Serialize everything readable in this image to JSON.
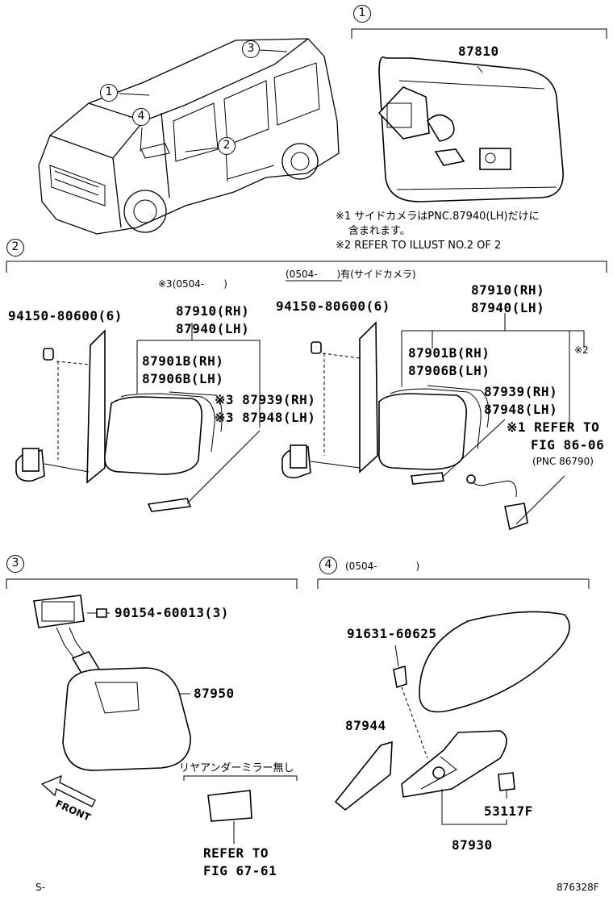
{
  "sections": {
    "s1": "1",
    "s2": "2",
    "s3": "3",
    "s4": "4"
  },
  "vehicle_callouts": {
    "c1": "1",
    "c2": "2",
    "c3": "3",
    "c4": "4"
  },
  "section1": {
    "part": "87810",
    "note1_line1": "※1 サイドカメラはPNC.87940(LH)だけに",
    "note1_line2": "含まれます。",
    "note2": "※2 REFER TO ILLUST NO.2 OF 2"
  },
  "section2": {
    "left_header": "※3(0504-　　)",
    "right_header": "(0504-　　)有(サイドカメラ)",
    "left": {
      "bolt": "94150-80600(6)",
      "rh": "87910(RH)",
      "lh": "87940(LH)",
      "glass_rh": "87901B(RH)",
      "glass_lh": "87906B(LH)",
      "lamp_rh": "※3 87939(RH)",
      "lamp_lh": "※3 87948(LH)"
    },
    "right": {
      "bolt": "94150-80600(6)",
      "rh": "87910(RH)",
      "lh": "87940(LH)",
      "glass_rh": "87901B(RH)",
      "glass_lh": "87906B(LH)",
      "lamp_rh": "87939(RH)",
      "lamp_lh": "87948(LH)",
      "note2_mark": "※2",
      "ref1": "※1 REFER TO",
      "ref2": "FIG 86-06",
      "ref3": "(PNC 86790)"
    }
  },
  "section3": {
    "screw": "90154-60013(3)",
    "mirror": "87950",
    "front": "FRONT",
    "no_mirror_note": "リヤアンダーミラー無し",
    "ref1": "REFER TO",
    "ref2": "FIG 67-61"
  },
  "section4": {
    "header": "(0504-　　　　)",
    "bolt": "91631-60625",
    "cover": "87944",
    "nut": "53117F",
    "assy": "87930"
  },
  "footer": {
    "left": "S-",
    "right": "876328F"
  }
}
